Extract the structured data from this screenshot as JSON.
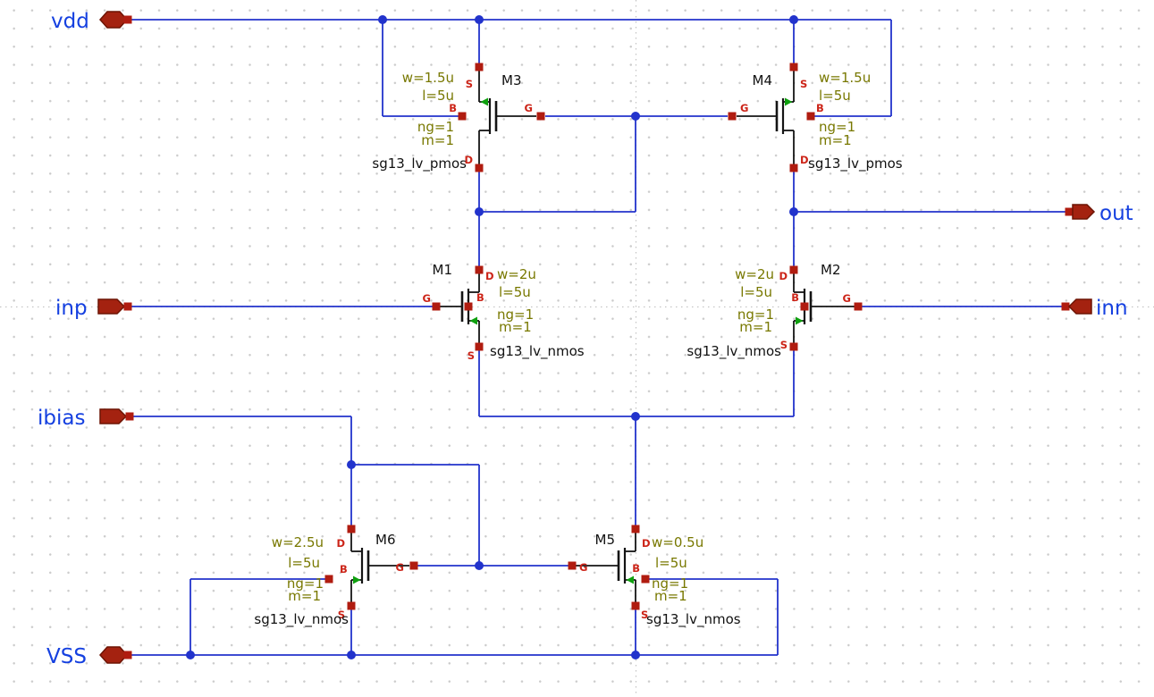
{
  "schematic": {
    "ports": {
      "vdd": "vdd",
      "inp": "inp",
      "ibias": "ibias",
      "vss": "VSS",
      "out": "out",
      "inn": "inn"
    },
    "pin_letters": {
      "d": "D",
      "g": "G",
      "s": "S",
      "b": "B"
    },
    "devices": {
      "m1": {
        "name": "M1",
        "model": "sg13_lv_nmos",
        "w": "w=2u",
        "l": "l=5u",
        "ng": "ng=1",
        "m": "m=1"
      },
      "m2": {
        "name": "M2",
        "model": "sg13_lv_nmos",
        "w": "w=2u",
        "l": "l=5u",
        "ng": "ng=1",
        "m": "m=1"
      },
      "m3": {
        "name": "M3",
        "model": "sg13_lv_pmos",
        "w": "w=1.5u",
        "l": "l=5u",
        "ng": "ng=1",
        "m": "m=1"
      },
      "m4": {
        "name": "M4",
        "model": "sg13_lv_pmos",
        "w": "w=1.5u",
        "l": "l=5u",
        "ng": "ng=1",
        "m": "m=1"
      },
      "m5": {
        "name": "M5",
        "model": "sg13_lv_nmos",
        "w": "w=0.5u",
        "l": "l=5u",
        "ng": "ng=1",
        "m": "m=1"
      },
      "m6": {
        "name": "M6",
        "model": "sg13_lv_nmos",
        "w": "w=2.5u",
        "l": "l=5u",
        "ng": "ng=1",
        "m": "m=1"
      }
    },
    "colors": {
      "wire": "#2233cc",
      "net_label": "#1540e0",
      "port_fill": "#a42210",
      "pin_square": "#b01c10",
      "pin_letter": "#cc2418",
      "param_text": "#787800",
      "device_text": "#111111",
      "device_line": "#141414",
      "source_arrow": "#0fa00f",
      "axis": "#bdbdbd",
      "grid_dot": "#cccccc"
    }
  }
}
